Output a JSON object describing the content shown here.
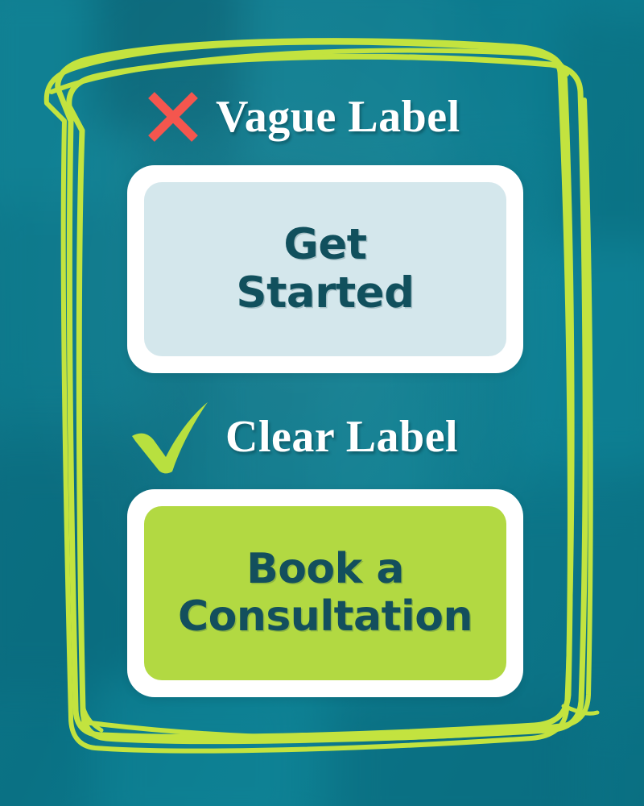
{
  "theme": {
    "background_teal": "#0c7587",
    "frame_green": "#c3e33f",
    "accent_green": "#b2d942",
    "accent_red": "#f4564e",
    "card_white": "#ffffff",
    "panel_light_blue": "#d4e7ec",
    "text_dark_teal": "#11505d",
    "label_white": "#ffffff"
  },
  "frame": {
    "style": "hand-drawn-sketch-rectangle",
    "stroke_color": "#c3e33f",
    "stroke_count": 5
  },
  "sections": [
    {
      "id": "vague",
      "icon": "x-mark-icon",
      "icon_color": "#f4564e",
      "label": "Vague Label",
      "button": {
        "text_line_1": "Get",
        "text_line_2": "Started",
        "full_text": "Get Started",
        "fill": "#d4e7ec",
        "text_color": "#11505d"
      }
    },
    {
      "id": "clear",
      "icon": "check-mark-icon",
      "icon_color": "#b8e03f",
      "label": "Clear Label",
      "button": {
        "text_line_1": "Book a",
        "text_line_2": "Consultation",
        "full_text": "Book a Consultation",
        "fill": "#b2d942",
        "text_color": "#134f5d"
      }
    }
  ]
}
